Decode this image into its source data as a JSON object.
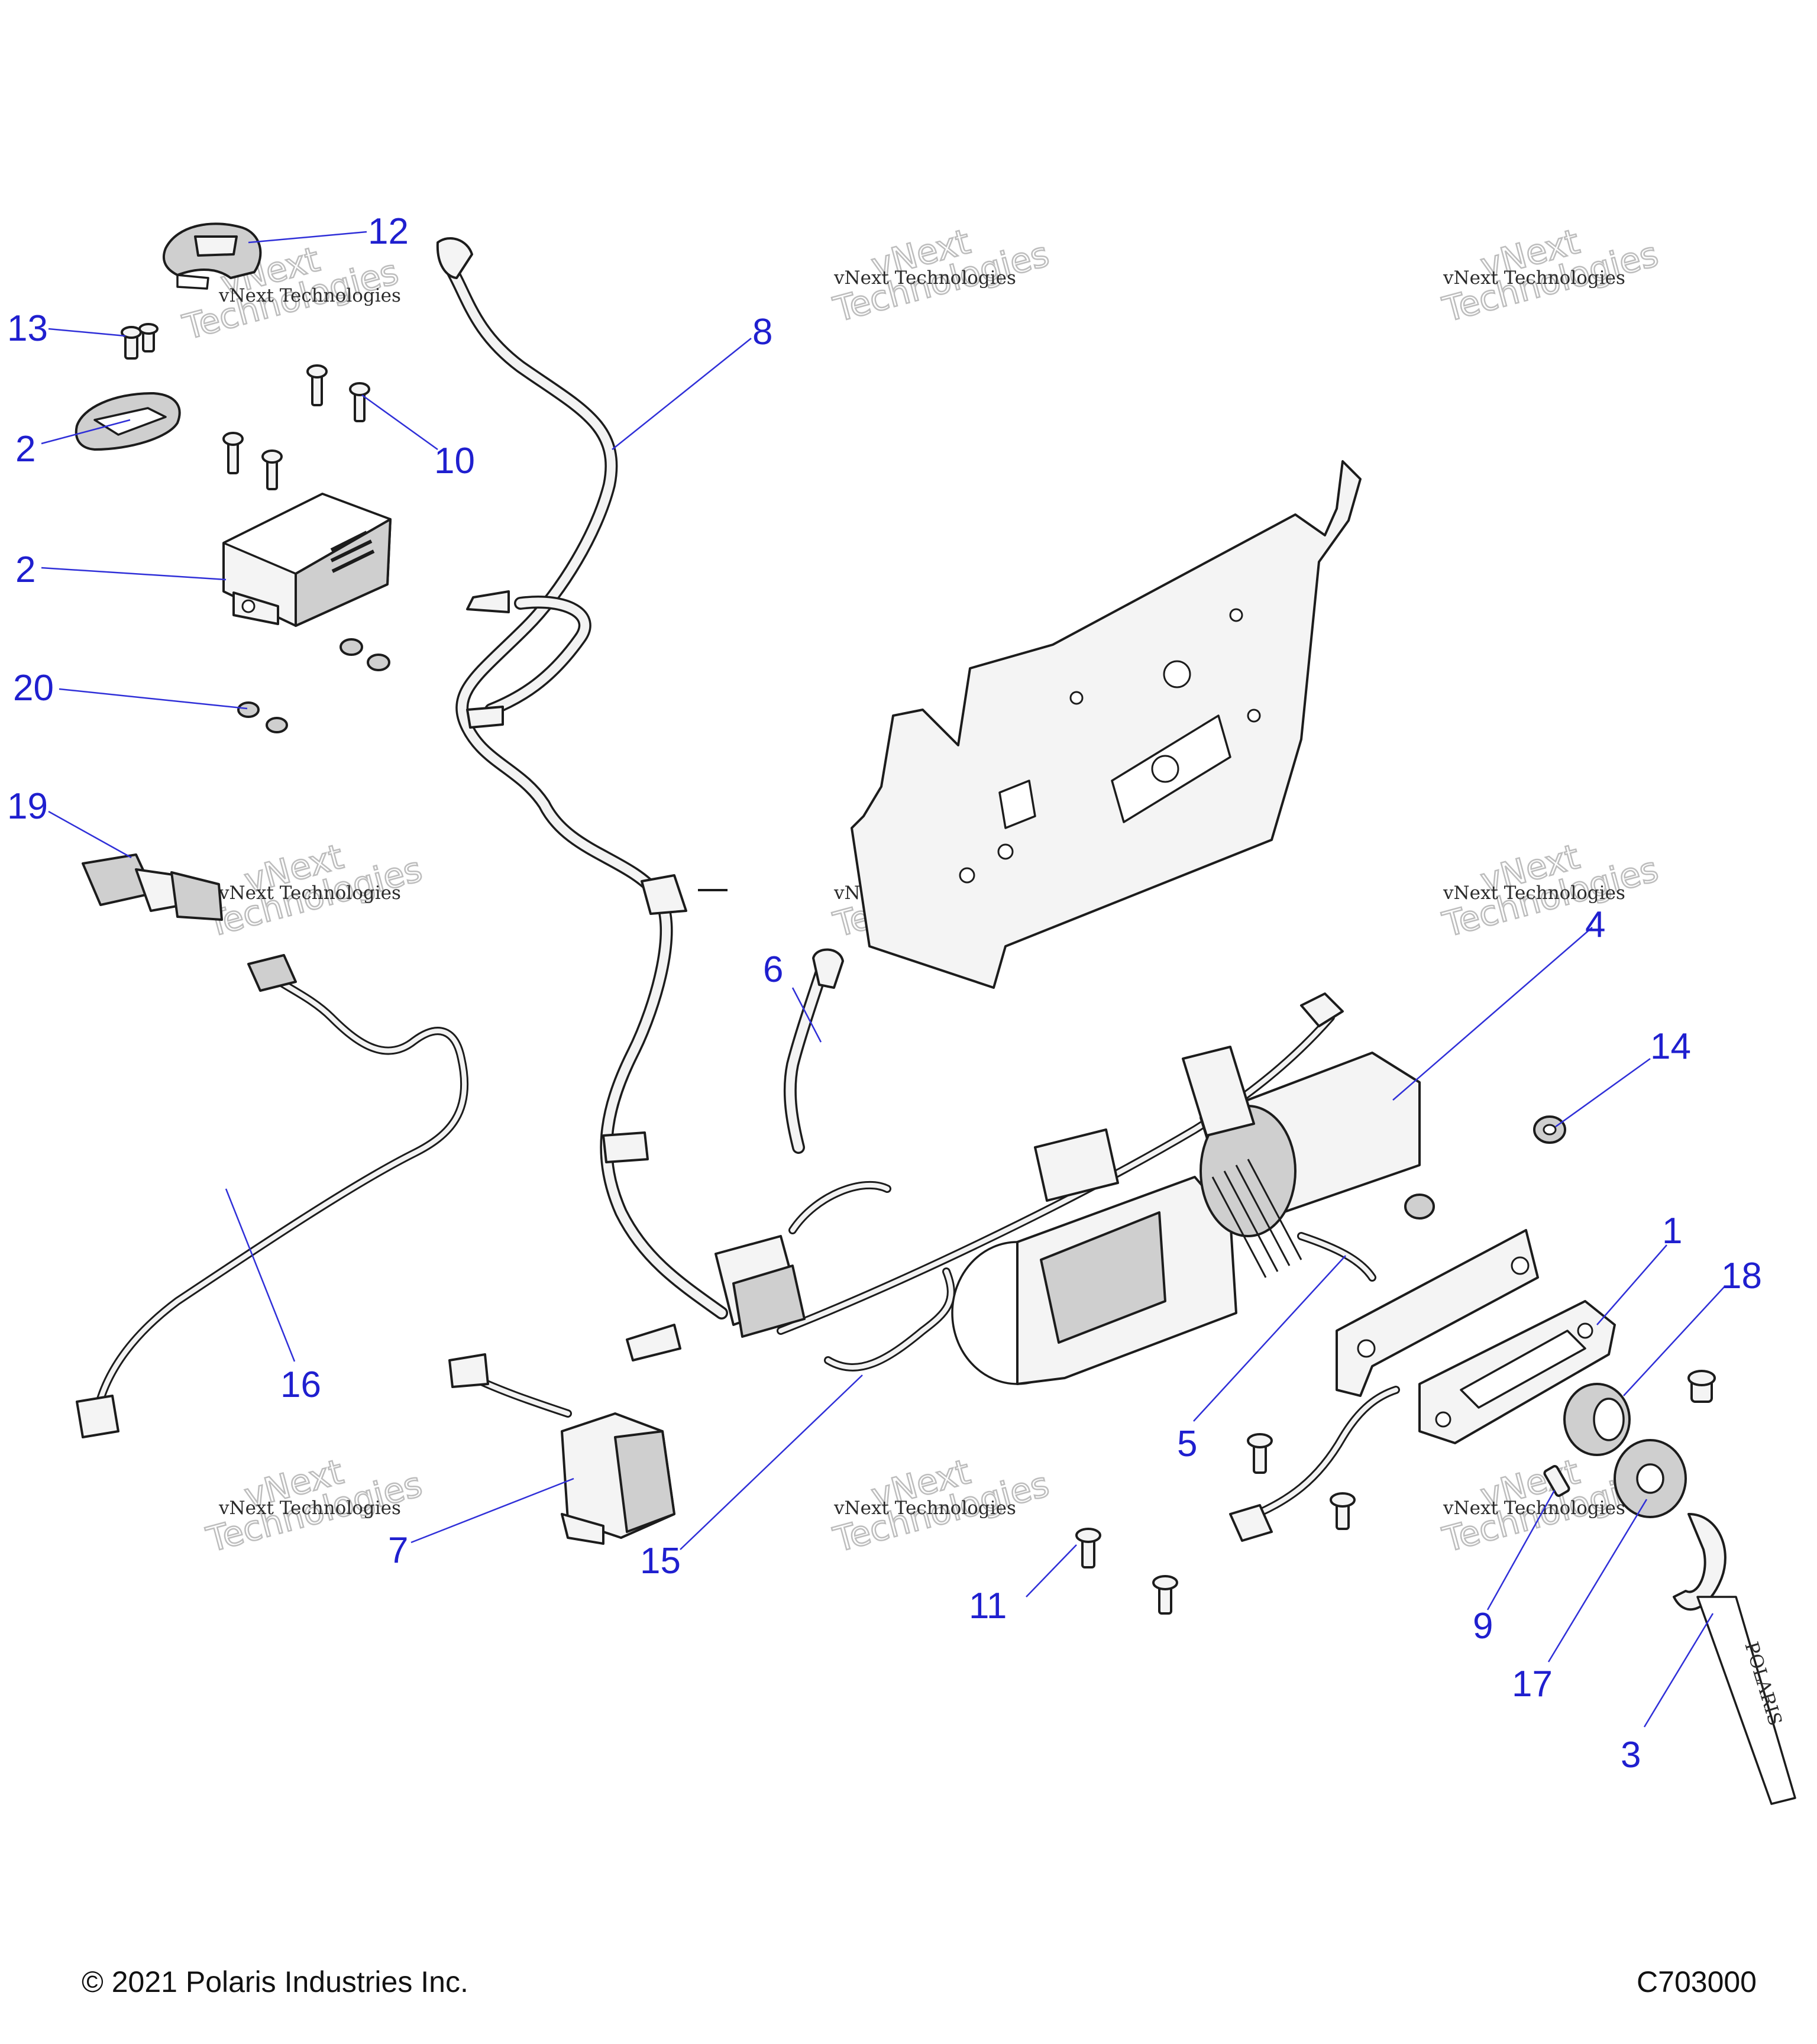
{
  "diagram": {
    "callouts": [
      {
        "id": "c12",
        "label": "12"
      },
      {
        "id": "c13",
        "label": "13"
      },
      {
        "id": "c2a",
        "label": "2"
      },
      {
        "id": "c10",
        "label": "10"
      },
      {
        "id": "c2b",
        "label": "2"
      },
      {
        "id": "c8",
        "label": "8"
      },
      {
        "id": "c20",
        "label": "20"
      },
      {
        "id": "c19",
        "label": "19"
      },
      {
        "id": "c4",
        "label": "4"
      },
      {
        "id": "c6",
        "label": "6"
      },
      {
        "id": "c14",
        "label": "14"
      },
      {
        "id": "c1",
        "label": "1"
      },
      {
        "id": "c18",
        "label": "18"
      },
      {
        "id": "c16",
        "label": "16"
      },
      {
        "id": "c5",
        "label": "5"
      },
      {
        "id": "c7",
        "label": "7"
      },
      {
        "id": "c15",
        "label": "15"
      },
      {
        "id": "c11",
        "label": "11"
      },
      {
        "id": "c9",
        "label": "9"
      },
      {
        "id": "c17",
        "label": "17"
      },
      {
        "id": "c3",
        "label": "3"
      }
    ],
    "watermark": {
      "line1": "vNext Technologies",
      "line2a": "vNext",
      "line2b": "Technologies"
    },
    "strap_text": "POLARIS"
  },
  "footer": {
    "copyright": "© 2021 Polaris Industries Inc.",
    "drawing_number": "C703000"
  },
  "colors": {
    "callout": "#1f1fcf",
    "leader": "#2f2fd8",
    "line_art": "#1c1c1c",
    "watermark_outline": "#bdbdbd"
  }
}
